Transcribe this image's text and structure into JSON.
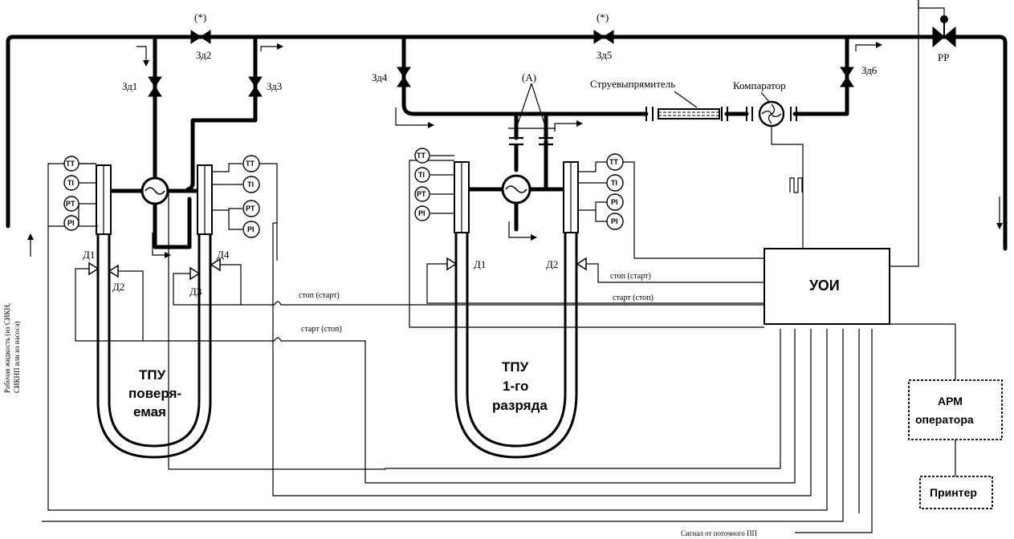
{
  "valves": {
    "zd1": "Зд1",
    "zd2": "Зд2",
    "zd3": "Зд3",
    "zd4": "Зд4",
    "zd5": "Зд5",
    "zd6": "Зд6",
    "rr": "РР",
    "star": "(*)"
  },
  "instruments": {
    "tt": "TT",
    "ti": "TI",
    "pt": "PT",
    "pi": "PI"
  },
  "detectors": {
    "d1": "Д1",
    "d2": "Д2",
    "d3": "Д3",
    "d4": "Д4"
  },
  "prover_left": {
    "line1": "ТПУ",
    "line2": "поверя-",
    "line3": "емая"
  },
  "prover_right": {
    "line1": "ТПУ",
    "line2": "1-го",
    "line3": "разряда"
  },
  "labels": {
    "straightener": "Струевыпрямитель",
    "comparator": "Компаратор",
    "point_a": "(А)",
    "stop_start": "стоп (старт)",
    "start_stop": "старт (стоп)",
    "uoi": "УОИ",
    "arm_line1": "АРМ",
    "arm_line2": "оператора",
    "printer": "Принтер",
    "signal": "Сигнал от поточного ПП",
    "inlet_line1": "Рабочая жидкость (из СИКН,",
    "inlet_line2": "СИКНП или из насоса)"
  }
}
